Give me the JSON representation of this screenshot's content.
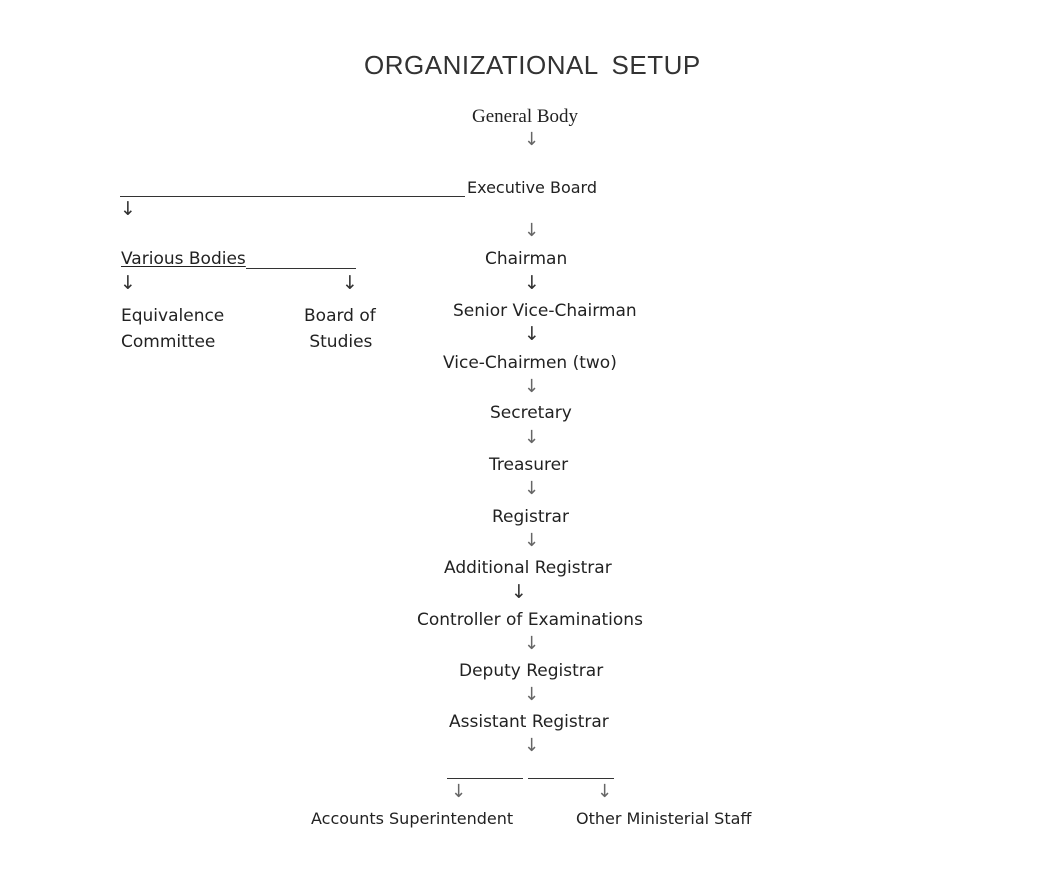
{
  "title": "ORGANIZATIONAL  SETUP",
  "nodes": {
    "general_body": "General Body",
    "executive_board": "Executive Board",
    "chairman": "Chairman",
    "senior_vice_chairman": "Senior Vice-Chairman",
    "vice_chairmen": "Vice-Chairmen (two)",
    "secretary": "Secretary",
    "treasurer": "Treasurer",
    "registrar": "Registrar",
    "additional_registrar": "Additional Registrar",
    "controller_of_examinations": "Controller of Examinations",
    "deputy_registrar": "Deputy Registrar",
    "assistant_registrar": "Assistant Registrar",
    "accounts_superintendent": "Accounts Superintendent",
    "other_ministerial_staff": "Other Ministerial Staff",
    "various_bodies": "Various Bodies",
    "equivalence_committee_line1": "Equivalence",
    "equivalence_committee_line2": "Committee",
    "board_of_studies_line1": "Board of",
    "board_of_studies_line2": "Studies"
  },
  "arrow_glyph": "↓"
}
